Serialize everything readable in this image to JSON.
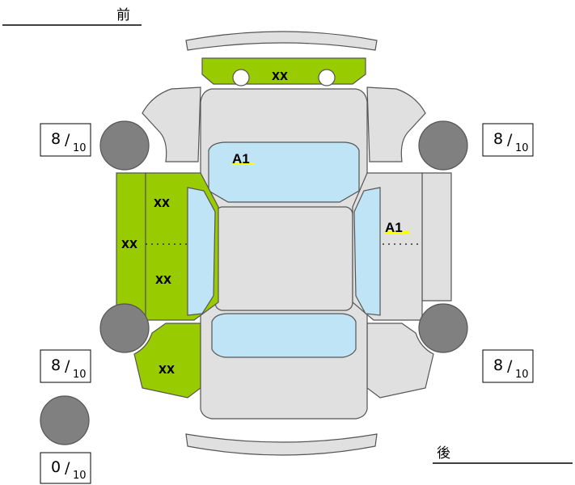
{
  "direction": {
    "front": "前",
    "rear": "後"
  },
  "panel_label": "XX",
  "damage_code": "A1",
  "tires": {
    "front_left": {
      "num": "8",
      "den": "10"
    },
    "front_right": {
      "num": "8",
      "den": "10"
    },
    "rear_left": {
      "num": "8",
      "den": "10"
    },
    "rear_right": {
      "num": "8",
      "den": "10"
    },
    "spare": {
      "num": "0",
      "den": "10"
    }
  },
  "colors": {
    "damaged_panel": "#99cc00",
    "body_panel": "#e0e0e0",
    "glass": "#bfe4f6",
    "tire": "#808080",
    "code_highlight": "#ffff00"
  }
}
